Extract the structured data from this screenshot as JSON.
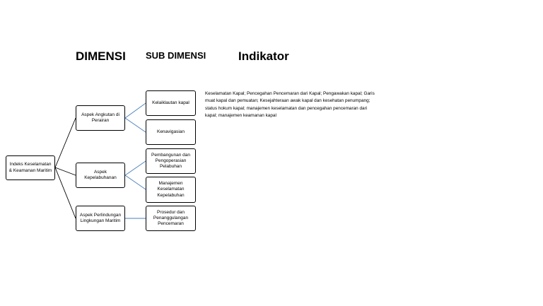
{
  "headers": {
    "dimensi": "DIMENSI",
    "sub_dimensi": "SUB DIMENSI",
    "indikator": "Indikator"
  },
  "root": "Indeks Keselamatan & Keamanan Maritim",
  "dimensions": [
    "Aspek Angkutan di Perairan",
    "Aspek Kepelabuhanan",
    "Aspek Perlindungan Lingkungan Maritim"
  ],
  "subdimensions": [
    "Kelaiklautan kapal",
    "Kenavigasian",
    "Pembangunan dan Pengoperasian Pelabuhan",
    "Manajemen Keselamatan Kepelabuhan",
    "Prosedur dan Penanggulangan Pencemaran"
  ],
  "indicator_text": "Keselamatan Kapal; Pencegahan Pencemaran dari Kapal; Pengawakan kapal; Garis muat kapal dan pemuatan; Kesejahteraan awak kapal dan kesehatan penumpang; status hokum kapal; manajemen keselamatan dan pencegahan pencemaran dari kapal; manajemen keamanan kapal",
  "colors": {
    "root_links": "#000000",
    "sub_links": "#4a7ebb"
  }
}
